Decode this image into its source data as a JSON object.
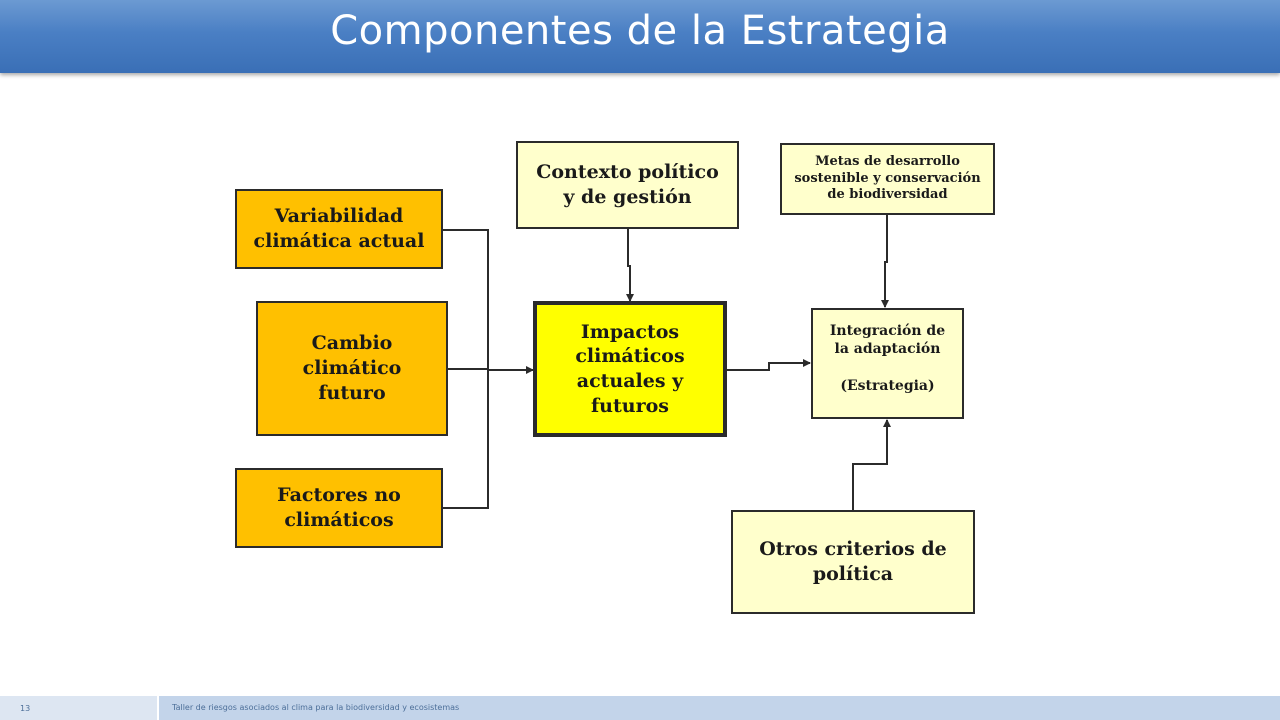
{
  "slide": {
    "title": "Componentes de la Estrategia",
    "page_number": "13",
    "footer": "Taller de riesgos asociados al clima para la biodiversidad y ecosistemas"
  },
  "diagram": {
    "nodes": {
      "variabilidad": "Variabilidad\nclimática actual",
      "cambio": "Cambio\nclimático\nfuturo",
      "factores": "Factores no\nclimáticos",
      "contexto": "Contexto político\ny de gestión",
      "impactos": "Impactos\nclimáticos\nactuales y\nfuturos",
      "metas": "Metas de desarrollo\nsostenible y conservación\nde biodiversidad",
      "integracion": "Integración de\nla adaptación\n\n(Estrategia)",
      "otros": "Otros criterios de\npolítica"
    },
    "colors": {
      "title_bar": "#4a7fc4",
      "driver_fill": "#ffc000",
      "impact_fill": "#ffff00",
      "context_fill": "#ffffcc",
      "line": "#2b2b2b"
    }
  }
}
